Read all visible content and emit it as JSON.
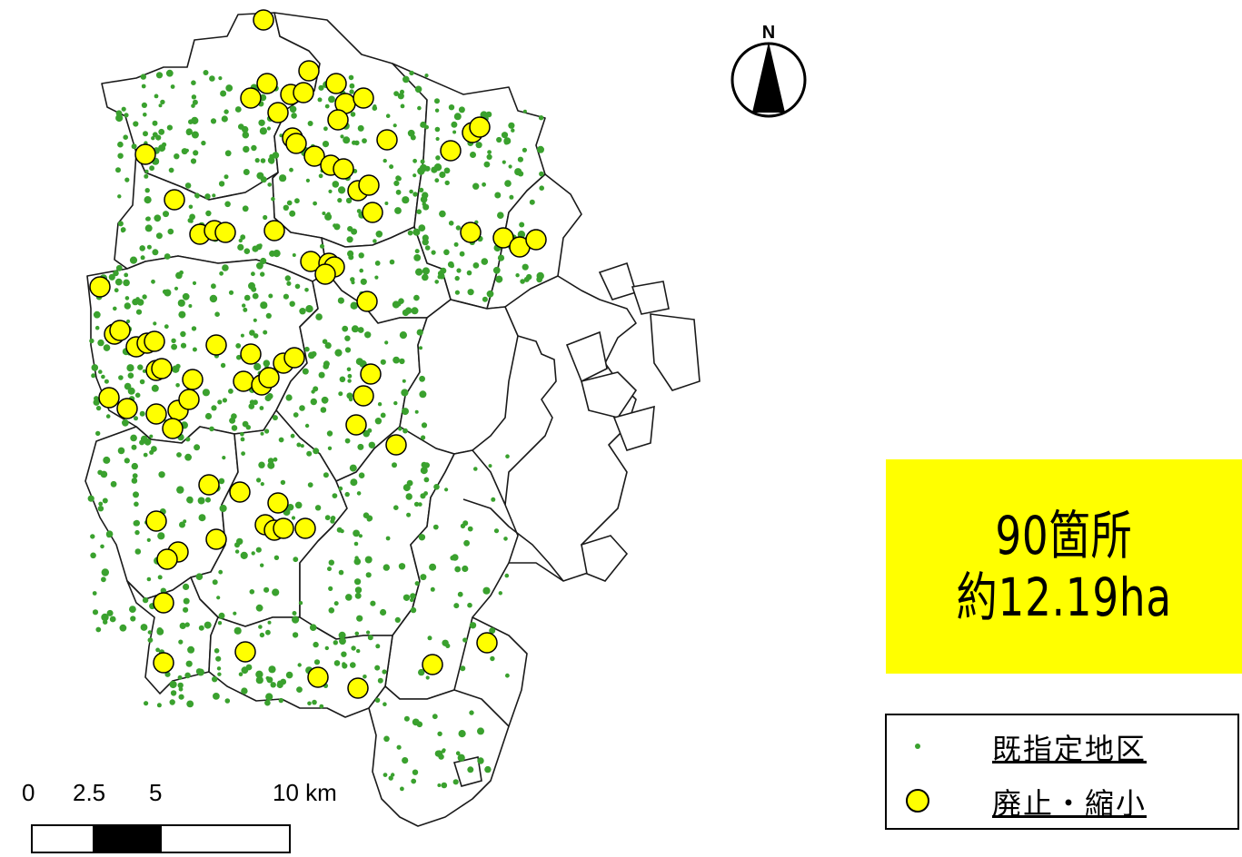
{
  "north_arrow": {
    "letter": "N"
  },
  "summary": {
    "count": "90箇所",
    "area": "約12.19ha"
  },
  "legend": {
    "items": [
      {
        "label": "既指定地区",
        "symbol": "green-dot",
        "color": "#3aa12e"
      },
      {
        "label": "廃止・縮小",
        "symbol": "yellow-circle",
        "color": "#ffff00"
      }
    ]
  },
  "scale": {
    "ticks": [
      "0",
      "2.5",
      "5",
      "10 km"
    ]
  },
  "colors": {
    "existing": "#3aa12e",
    "removed": "#ffff00",
    "outline": "#1a1a1a"
  }
}
